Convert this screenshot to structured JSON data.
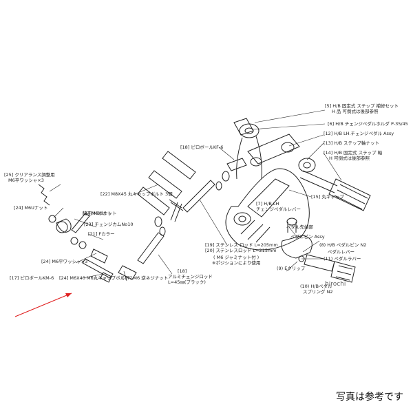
{
  "labels": {
    "l5": "[5] H/B 固定式 ステップ 補修セット",
    "l5b": "H 品 可倒式は後部参照",
    "l6": "[6] H/B チェンジペダルホルダ P-35/45",
    "l12": "[12] H/B LH.チェンジペダル Assy",
    "l13": "[13] H/B ステップ軸ナット",
    "l14": "[14] H/B 固定式 ステップ 軸",
    "l14b": "H 可倒式は後部参照",
    "l18a": "[18] ピロボールKF-6",
    "l15": "[15] 丸キャップ",
    "l25": "[25] クリアランス調整用",
    "l25b": "M6平ワッシャ×3",
    "l22a": "[22] M8X45 丸キャップボルト 3個",
    "l7": "[7] H/B LH",
    "l7b": "チェンジペダルレバー",
    "l24": "[24] M6Uナット",
    "lbolt": "純正M6ボルト",
    "l23": "[23] チェンジカムNo10",
    "l21": "[21] Fカラー",
    "l24b": "[24] M6平ワッシャ×3",
    "l17": "[17] ピロボールKM-6",
    "l22b": "[24] M6X40 M6丸キャップボルト",
    "l17b": "[17] M6 逆ネジナット",
    "l18b": "[18]",
    "l18c": "アルミチェンジロッド",
    "l18d": "L=45㎜(ブラック)",
    "l19": "[19] ステンレス ロッド L=205mm",
    "l20": "[20] ステンレスロッド L=215mm",
    "l20b": "( M6 ジャミナット付 )",
    "l20c": "※ポジションにより使用",
    "lpedal": "ペダル先端部",
    "lpedal2": "ペダルピン Assy",
    "l8": "(8) H/B ペダルピン N2",
    "l9": "(9) Eクリップ",
    "l10": "(10) H/Bペダル",
    "l10b": "スプリング N2",
    "l11": "(11) ペダルラバー",
    "ldet": "ペダルレバー"
  },
  "watermark": "hirochi",
  "note": "写真は参考です",
  "colors": {
    "line": "#222222",
    "arrow": "#e02020",
    "paper": "#ffffff"
  }
}
